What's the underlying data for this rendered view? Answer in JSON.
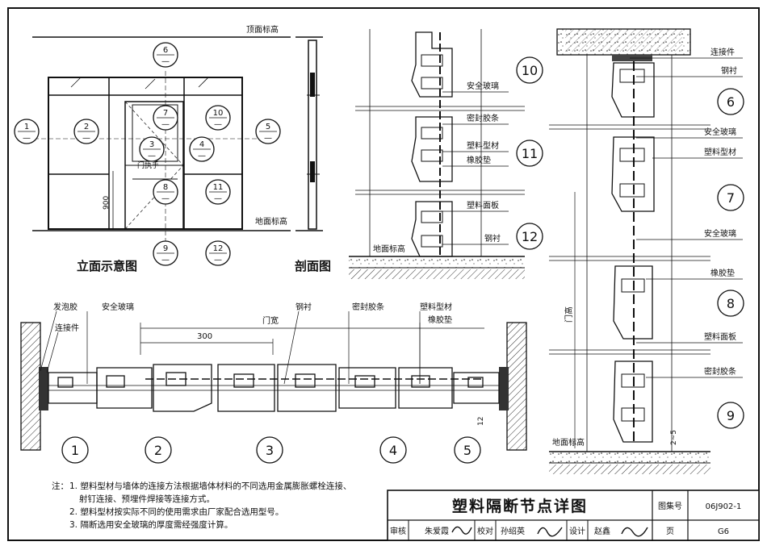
{
  "labels": {
    "top_elev": "顶面标高",
    "floor_elev": "地面标高",
    "elevation_view": "立面示意图",
    "section_view": "剖面图",
    "door_handle": "门执手",
    "dim_900": "900",
    "foam_glue": "发泡胶",
    "safety_glass": "安全玻璃",
    "steel_liner": "钢衬",
    "sealing_strip": "密封胶条",
    "plastic_profile": "塑料型材",
    "connector": "连接件",
    "rubber_pad": "橡胶垫",
    "plastic_panel": "塑料面板",
    "door_width": "门宽",
    "dim_300": "300",
    "door_height": "门高",
    "dim_2_5": "2~5",
    "dim_12": "12"
  },
  "markers": [
    "1",
    "2",
    "3",
    "4",
    "5",
    "6",
    "7",
    "8",
    "9",
    "10",
    "11",
    "12"
  ],
  "markers_sub": "—",
  "notes": {
    "head": "注：",
    "line1": "1. 塑料型材与墙体的连接方法根据墙体材料的不同选用金属膨胀螺栓连接、",
    "line1b": "射钉连接、预埋件焊接等连接方式。",
    "line2": "2. 塑料型材按实际不同的使用需求由厂家配合选用型号。",
    "line3": "3. 隔断选用安全玻璃的厚度需经强度计算。"
  },
  "titleblock": {
    "title": "塑料隔断节点详图",
    "atlas_label": "图集号",
    "atlas_no": "06J902-1",
    "review_label": "审核",
    "reviewer": "朱爱霞",
    "check_label": "校对",
    "checker": "孙绍英",
    "design_label": "设计",
    "designer": "赵鑫",
    "page_label": "页",
    "page_no": "G6"
  }
}
